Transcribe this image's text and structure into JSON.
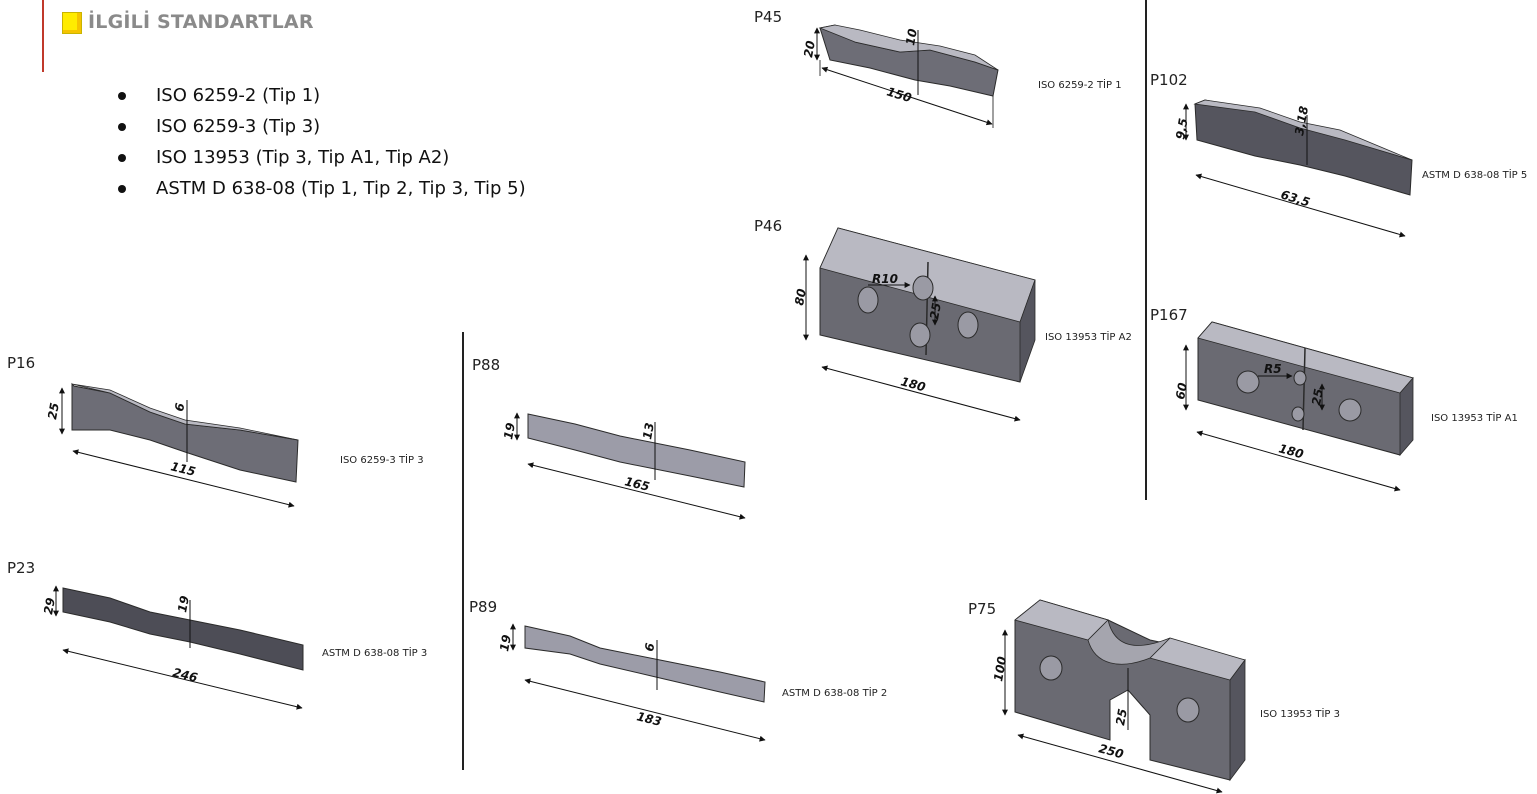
{
  "header": {
    "title": "İLGİLİ STANDARTLAR",
    "accent_color": "#c0392b",
    "icon_color": "#ffec00"
  },
  "standards": [
    "ISO 6259-2 (Tip 1)",
    "ISO 6259-3 (Tip 3)",
    "ISO 13953 (Tip 3, Tip A1, Tip A2)",
    "ASTM D 638-08 (Tip 1, Tip 2, Tip 3, Tip 5)"
  ],
  "specimens": {
    "p45": {
      "label": "P45",
      "standard": "ISO 6259-2 TİP 1",
      "dims": [
        "20",
        "10",
        "150"
      ]
    },
    "p102": {
      "label": "P102",
      "standard": "ASTM D 638-08 TİP 5",
      "dims": [
        "9,5",
        "3,18",
        "63,5"
      ]
    },
    "p46": {
      "label": "P46",
      "standard": "ISO 13953 TİP A2",
      "dims": [
        "80",
        "R10",
        "25",
        "180"
      ]
    },
    "p167": {
      "label": "P167",
      "standard": "ISO 13953 TİP A1",
      "dims": [
        "60",
        "R5",
        "25",
        "180"
      ]
    },
    "p16": {
      "label": "P16",
      "standard": "ISO 6259-3 TİP 3",
      "dims": [
        "25",
        "6",
        "115"
      ]
    },
    "p88": {
      "label": "P88",
      "standard": "",
      "dims": [
        "19",
        "13",
        "165"
      ]
    },
    "p23": {
      "label": "P23",
      "standard": "ASTM D 638-08 TİP 3",
      "dims": [
        "29",
        "19",
        "246"
      ]
    },
    "p89": {
      "label": "P89",
      "standard": "ASTM D 638-08 TİP 2",
      "dims": [
        "19",
        "6",
        "183"
      ]
    },
    "p75": {
      "label": "P75",
      "standard": "ISO 13953 TİP 3",
      "dims": [
        "100",
        "25",
        "250"
      ]
    }
  },
  "colors": {
    "body_gray": "#6d6d76",
    "top_gray": "#b9b9c2",
    "edge": "#2b2b2b"
  }
}
